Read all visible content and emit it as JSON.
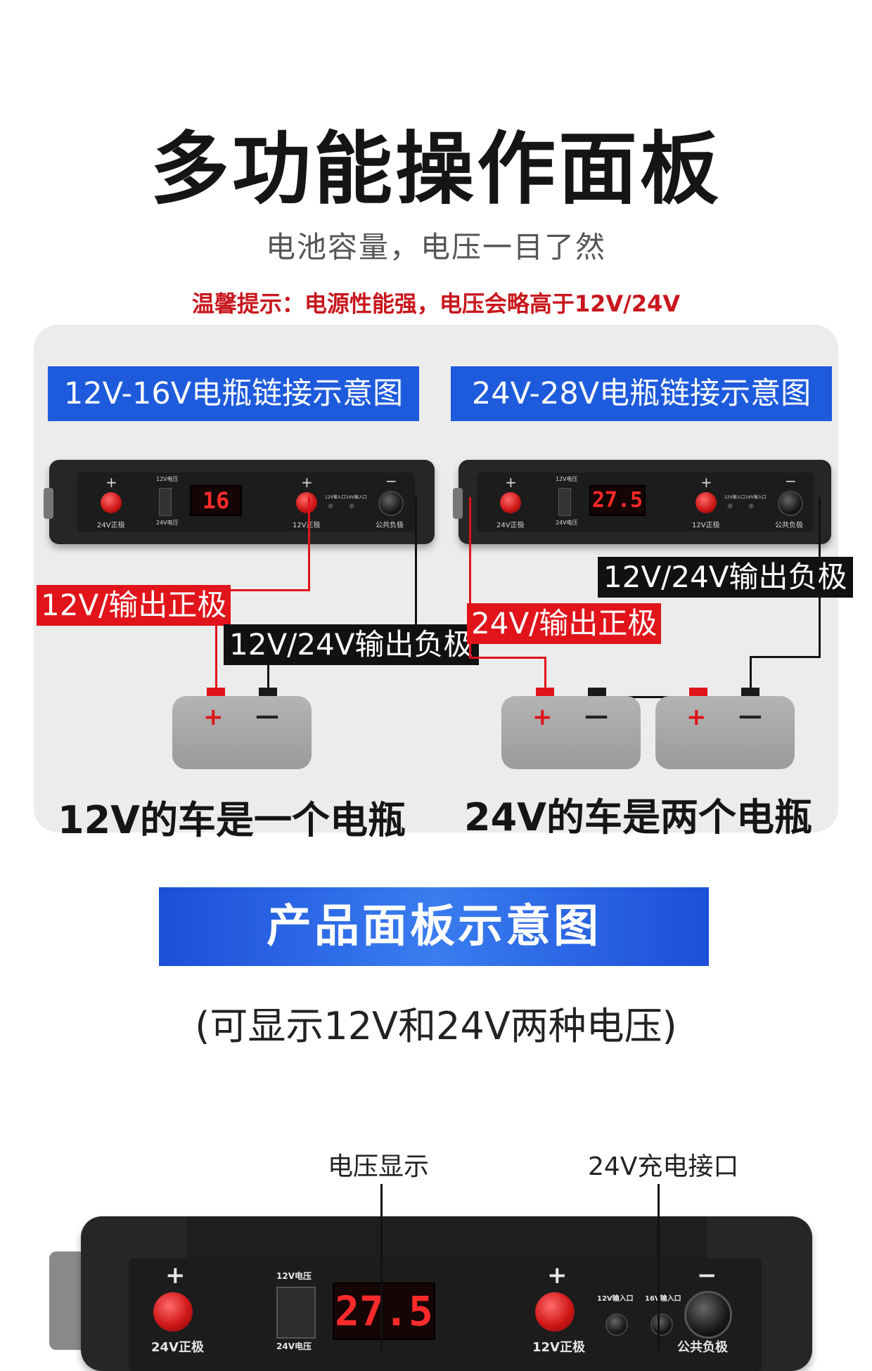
{
  "header": {
    "title": "多功能操作面板",
    "subtitle": "电池容量，电压一目了然",
    "tip": "温馨提示：电源性能强，电压会略高于12V/24V"
  },
  "diagrams": {
    "left": {
      "label": "12V-16V电瓶链接示意图",
      "lcd": "16",
      "positive_tag": "12V/输出正极",
      "negative_tag": "12V/24V输出负极",
      "caption": "12V的车是一个电瓶"
    },
    "right": {
      "label": "24V-28V电瓶链接示意图",
      "lcd": "27.5",
      "negative_tag": "12V/24V输出负极",
      "positive_tag": "24V/输出正极",
      "caption": "24V的车是两个电瓶"
    },
    "battery_plus": "+",
    "battery_minus": "—"
  },
  "device_labels": {
    "plus": "+",
    "minus": "−",
    "pos24": "24V正极",
    "sw12": "12V电压",
    "sw24": "24V电压",
    "pos12": "12V正极",
    "in12": "12V输入口",
    "in16": "16V输入口",
    "neg": "公共负极"
  },
  "product_panel": {
    "banner": "产品面板示意图",
    "banner_sub": "(可显示12V和24V两种电压)",
    "callout_voltage": "电压显示",
    "callout_port": "24V充电接口",
    "lcd": "27.5",
    "plus": "+",
    "minus": "−",
    "pos24": "24V正极",
    "sw12": "12V电压",
    "sw24": "24V电压",
    "pos12": "12V正极",
    "in12": "12V输入口",
    "in16": "16V输入口",
    "neg": "公共负极"
  },
  "colors": {
    "accent_blue": "#1e5bdc",
    "wire_red": "#e0141a",
    "tip_red": "#c8161d"
  }
}
